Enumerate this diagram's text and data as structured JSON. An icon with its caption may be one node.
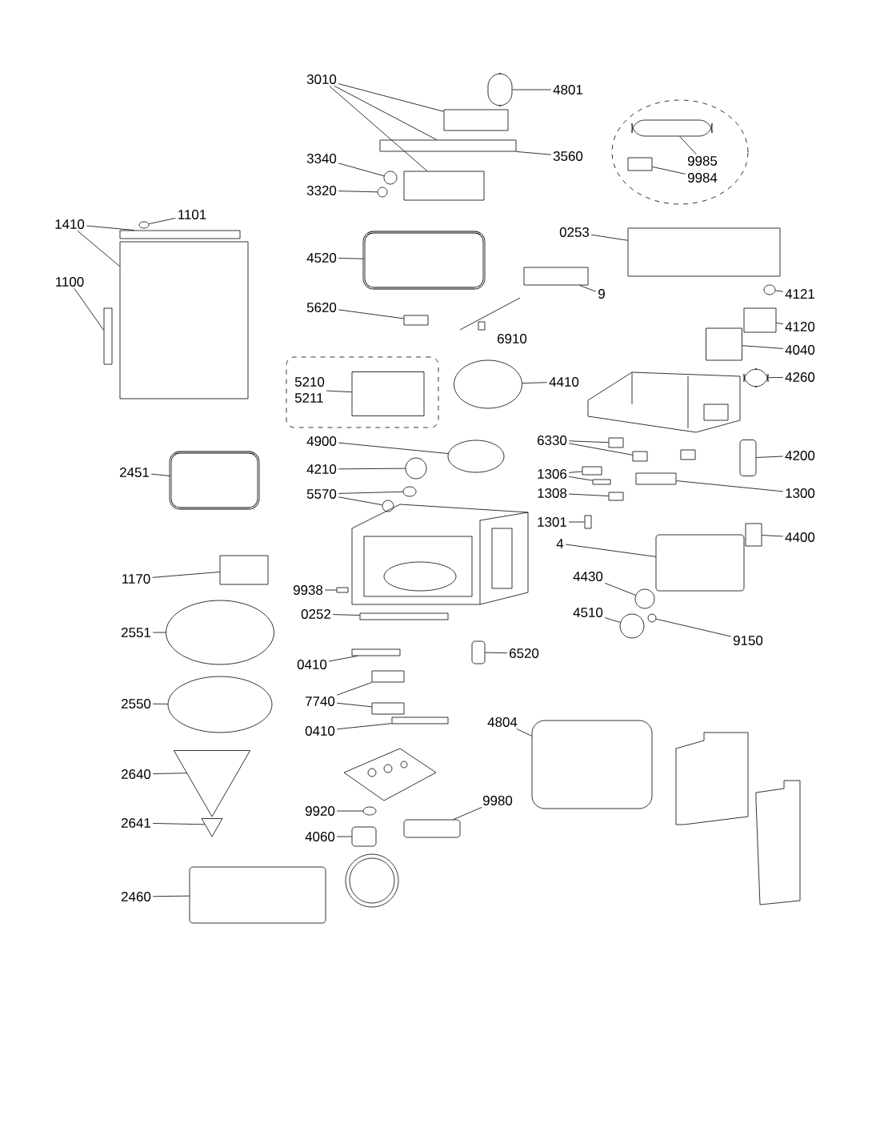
{
  "diagram": {
    "nodes": [
      {
        "text": [
          "3010"
        ]
      },
      {
        "text": [],
        "shape": "box"
      },
      {
        "text": [],
        "shape": "box"
      },
      {
        "text": [],
        "shape": "box"
      },
      {
        "text": [
          "4801"
        ]
      },
      {
        "text": [],
        "shape": "box"
      },
      {
        "text": [
          "3560"
        ]
      },
      {
        "text": [],
        "shape": "circle"
      },
      {
        "text": [
          "9985"
        ],
        "in": 7
      },
      {
        "text": [
          "9984"
        ],
        "in": 7
      },
      {
        "text": [],
        "shape": "box",
        "in": 7
      },
      {
        "text": [],
        "shape": "box",
        "in": 7
      },
      {
        "text": [
          "3340"
        ]
      },
      {
        "text": [],
        "shape": "circle"
      },
      {
        "text": [
          "3320"
        ]
      },
      {
        "text": [],
        "shape": "circle"
      },
      {
        "text": [
          "1410"
        ]
      },
      {
        "text": [],
        "shape": "box"
      },
      {
        "text": [],
        "shape": "box"
      },
      {
        "text": [],
        "shape": "box"
      },
      {
        "text": [
          "1101"
        ]
      },
      {
        "text": [],
        "shape": "circle"
      },
      {
        "text": [
          "1100"
        ]
      },
      {
        "text": [
          "0253"
        ]
      },
      {
        "text": [],
        "shape": "box"
      },
      {
        "text": [
          "4520"
        ]
      },
      {
        "text": [],
        "shape": "box"
      },
      {
        "text": [
          "9"
        ]
      },
      {
        "text": [],
        "shape": "box"
      },
      {
        "text": [
          "4121"
        ]
      },
      {
        "text": [],
        "shape": "circle"
      },
      {
        "text": [
          "5620"
        ]
      },
      {
        "text": [],
        "shape": "box"
      },
      {
        "text": [
          "4120"
        ]
      },
      {
        "text": [],
        "shape": "box"
      },
      {
        "text": [
          "4040"
        ]
      },
      {
        "text": [],
        "shape": "box"
      },
      {
        "text": [],
        "shape": "box"
      },
      {
        "text": [
          "5210",
          "5211"
        ],
        "in": 37
      },
      {
        "text": [],
        "shape": "box",
        "in": 37
      },
      {
        "text": [
          "4410"
        ]
      },
      {
        "text": [],
        "shape": "circle"
      },
      {
        "text": [
          "4260"
        ]
      },
      {
        "text": [],
        "shape": "box"
      },
      {
        "text": [
          "4900"
        ]
      },
      {
        "text": [],
        "shape": "circle"
      },
      {
        "text": [
          "6330"
        ]
      },
      {
        "text": [],
        "shape": "box"
      },
      {
        "text": [],
        "shape": "box"
      },
      {
        "text": [
          "4200"
        ]
      },
      {
        "text": [],
        "shape": "box"
      },
      {
        "text": [
          "2451"
        ]
      },
      {
        "text": [],
        "shape": "box"
      },
      {
        "text": [
          "4210"
        ]
      },
      {
        "text": [],
        "shape": "circle"
      },
      {
        "text": [
          "1306"
        ]
      },
      {
        "text": [],
        "shape": "box"
      },
      {
        "text": [],
        "shape": "box"
      },
      {
        "text": [
          "1308"
        ]
      },
      {
        "text": [],
        "shape": "box"
      },
      {
        "text": [
          "1300"
        ]
      },
      {
        "text": [],
        "shape": "box"
      },
      {
        "text": [
          "5570"
        ]
      },
      {
        "text": [],
        "shape": "circle"
      },
      {
        "text": [],
        "shape": "circle"
      },
      {
        "text": [
          "1301"
        ]
      },
      {
        "text": [],
        "shape": "box"
      },
      {
        "text": [
          "4"
        ]
      },
      {
        "text": [],
        "shape": "box"
      },
      {
        "text": [
          "4400"
        ]
      },
      {
        "text": [],
        "shape": "box"
      },
      {
        "text": [
          "1170"
        ]
      },
      {
        "text": [],
        "shape": "box"
      },
      {
        "text": [
          "4430"
        ]
      },
      {
        "text": [],
        "shape": "circle"
      },
      {
        "text": [
          "9938"
        ]
      },
      {
        "text": [],
        "shape": "box"
      },
      {
        "text": [
          "4510"
        ]
      },
      {
        "text": [],
        "shape": "circle"
      },
      {
        "text": [
          "0252"
        ]
      },
      {
        "text": [],
        "shape": "box"
      },
      {
        "text": [
          "2551"
        ]
      },
      {
        "text": [],
        "shape": "circle"
      },
      {
        "text": [
          "9150"
        ]
      },
      {
        "text": [],
        "shape": "circle"
      },
      {
        "text": [
          "6520"
        ]
      },
      {
        "text": [],
        "shape": "box"
      },
      {
        "text": [
          "0410"
        ]
      },
      {
        "text": [],
        "shape": "box"
      },
      {
        "text": [
          "2550"
        ]
      },
      {
        "text": [],
        "shape": "circle"
      },
      {
        "text": [
          "7740"
        ]
      },
      {
        "text": [],
        "shape": "box"
      },
      {
        "text": [],
        "shape": "box"
      },
      {
        "text": [
          "4804"
        ]
      },
      {
        "text": [],
        "shape": "box"
      },
      {
        "text": [
          "0410"
        ]
      },
      {
        "text": [],
        "shape": "box"
      },
      {
        "text": [
          "2640"
        ]
      },
      {
        "text": [],
        "shape": "triangle"
      },
      {
        "text": [
          "9980"
        ]
      },
      {
        "text": [],
        "shape": "box"
      },
      {
        "text": [
          "9920"
        ]
      },
      {
        "text": [],
        "shape": "circle"
      },
      {
        "text": [
          "2641"
        ]
      },
      {
        "text": [],
        "shape": "triangle"
      },
      {
        "text": [
          "4060"
        ]
      },
      {
        "text": [],
        "shape": "box"
      },
      {
        "text": [
          "2460"
        ]
      },
      {
        "text": [],
        "shape": "box"
      }
    ],
    "edges": [
      {
        "from": 0,
        "to": 1,
        "arrow": "none"
      },
      {
        "from": 0,
        "to": 2,
        "arrow": "none"
      },
      {
        "from": 0,
        "to": 3,
        "arrow": "none"
      },
      {
        "from": 4,
        "to": 5,
        "arrow": "none"
      },
      {
        "from": 6,
        "to": 2,
        "arrow": "none"
      },
      {
        "from": 8,
        "to": 10,
        "arrow": "none"
      },
      {
        "from": 9,
        "to": 11,
        "arrow": "none"
      },
      {
        "from": 12,
        "to": 13,
        "arrow": "none"
      },
      {
        "from": 14,
        "to": 15,
        "arrow": "none"
      },
      {
        "from": 16,
        "to": 17,
        "arrow": "none"
      },
      {
        "from": 16,
        "to": 18,
        "arrow": "none"
      },
      {
        "from": 20,
        "to": 21,
        "arrow": "none"
      },
      {
        "from": 22,
        "to": 19,
        "arrow": "none"
      },
      {
        "from": 23,
        "to": 24,
        "arrow": "none"
      },
      {
        "from": 25,
        "to": 26,
        "arrow": "none"
      },
      {
        "from": 27,
        "to": 28,
        "arrow": "none"
      },
      {
        "from": 29,
        "to": 30,
        "arrow": "none"
      },
      {
        "from": 31,
        "to": 32,
        "arrow": "none"
      },
      {
        "from": 33,
        "to": 34,
        "arrow": "none"
      },
      {
        "from": 35,
        "to": 36,
        "arrow": "none"
      },
      {
        "from": 38,
        "to": 39,
        "arrow": "none"
      },
      {
        "from": 40,
        "to": 41,
        "arrow": "none"
      },
      {
        "from": 42,
        "to": 43,
        "arrow": "none"
      },
      {
        "from": 44,
        "to": 45,
        "arrow": "none"
      },
      {
        "from": 46,
        "to": 47,
        "arrow": "none"
      },
      {
        "from": 46,
        "to": 48,
        "arrow": "none"
      },
      {
        "from": 49,
        "to": 50,
        "arrow": "none"
      },
      {
        "from": 51,
        "to": 52,
        "arrow": "none"
      },
      {
        "from": 53,
        "to": 54,
        "arrow": "none"
      },
      {
        "from": 55,
        "to": 56,
        "arrow": "none"
      },
      {
        "from": 55,
        "to": 57,
        "arrow": "none"
      },
      {
        "from": 58,
        "to": 59,
        "arrow": "none"
      },
      {
        "from": 60,
        "to": 61,
        "arrow": "none"
      },
      {
        "from": 62,
        "to": 63,
        "arrow": "none"
      },
      {
        "from": 62,
        "to": 64,
        "arrow": "none"
      },
      {
        "from": 65,
        "to": 66,
        "arrow": "none"
      },
      {
        "from": 67,
        "to": 68,
        "arrow": "none"
      },
      {
        "from": 69,
        "to": 70,
        "arrow": "none"
      },
      {
        "from": 71,
        "to": 72,
        "arrow": "none"
      },
      {
        "from": 73,
        "to": 74,
        "arrow": "none"
      },
      {
        "from": 75,
        "to": 76,
        "arrow": "none"
      },
      {
        "from": 77,
        "to": 78,
        "arrow": "none"
      },
      {
        "from": 79,
        "to": 80,
        "arrow": "none"
      },
      {
        "from": 81,
        "to": 82,
        "arrow": "none"
      },
      {
        "from": 83,
        "to": 84,
        "arrow": "none"
      },
      {
        "from": 85,
        "to": 86,
        "arrow": "none"
      },
      {
        "from": 87,
        "to": 88,
        "arrow": "none"
      },
      {
        "from": 89,
        "to": 90,
        "arrow": "none"
      },
      {
        "from": 91,
        "to": 92,
        "arrow": "none"
      },
      {
        "from": 91,
        "to": 93,
        "arrow": "none"
      },
      {
        "from": 94,
        "to": 95,
        "arrow": "none"
      },
      {
        "from": 96,
        "to": 97,
        "arrow": "none"
      },
      {
        "from": 98,
        "to": 99,
        "arrow": "none"
      },
      {
        "from": 100,
        "to": 101,
        "arrow": "none"
      },
      {
        "from": 102,
        "to": 103,
        "arrow": "none"
      },
      {
        "from": 104,
        "to": 105,
        "arrow": "none"
      },
      {
        "from": 106,
        "to": 107,
        "arrow": "none"
      },
      {
        "from": 108,
        "to": 109,
        "arrow": "none"
      }
    ],
    "labels": [
      "6910"
    ]
  }
}
